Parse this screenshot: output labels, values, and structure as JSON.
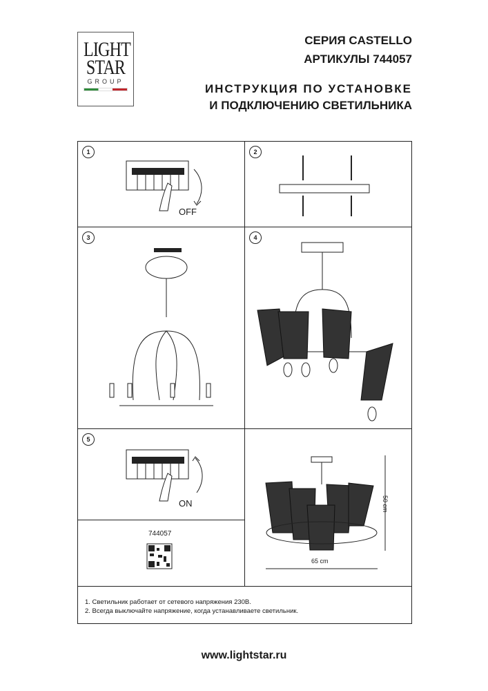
{
  "logo": {
    "line1": "LIGHT",
    "line2": "STAR",
    "line3": "GROUP"
  },
  "header": {
    "series": "СЕРИЯ CASTELLO",
    "articles": "АРТИКУЛЫ 744057",
    "title_line1": "ИНСТРУКЦИЯ ПО УСТАНОВКЕ",
    "title_line2": "И ПОДКЛЮЧЕНИЮ СВЕТИЛЬНИКА"
  },
  "steps": [
    {
      "number": "1",
      "label": "OFF"
    },
    {
      "number": "2"
    },
    {
      "number": "3"
    },
    {
      "number": "4"
    },
    {
      "number": "5",
      "label": "ON"
    }
  ],
  "product": {
    "article": "744057",
    "height": "50 cm",
    "width": "65 cm"
  },
  "notes": [
    "1. Светильник работает от сетевого напряжения 230В.",
    "2. Всегда выключайте напряжение, когда устанавливаете светильник."
  ],
  "footer": {
    "url": "www.lightstar.ru"
  }
}
